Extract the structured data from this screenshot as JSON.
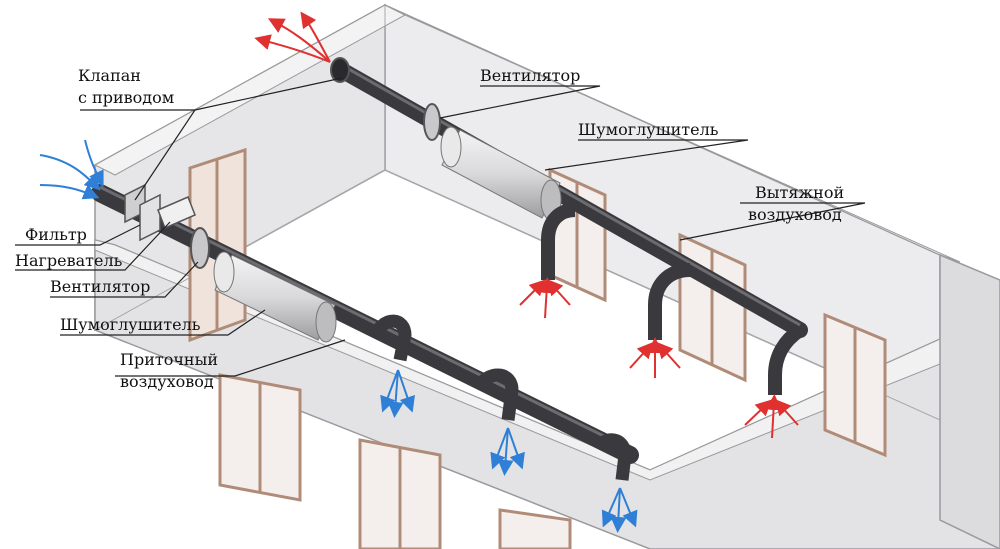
{
  "labels": {
    "valve": "Клапан\nс приводом",
    "valve_line1": "Клапан",
    "valve_line2": "с приводом",
    "filter": "Фильтр",
    "heater": "Нагреватель",
    "fan_supply": "Вентилятор",
    "silencer_supply": "Шумоглушитель",
    "supply_duct_line1": "Приточный",
    "supply_duct_line2": "воздуховод",
    "fan_exhaust": "Вентилятор",
    "silencer_exhaust": "Шумоглушитель",
    "exhaust_duct_line1": "Вытяжной",
    "exhaust_duct_line2": "воздуховод"
  },
  "colors": {
    "wall_fill": "#e8e8ea",
    "wall_stroke": "#9a9a9e",
    "duct": "#3a3a3e",
    "duct_highlight": "#6b6b70",
    "silencer": "#d8d8da",
    "window_frame": "#b08c78",
    "supply_arrow": "#2f7fd6",
    "exhaust_arrow": "#e03030",
    "leader": "#222222"
  },
  "icons": {
    "supply_air": "blue-arrow-icon",
    "exhaust_air": "red-arrow-icon"
  }
}
